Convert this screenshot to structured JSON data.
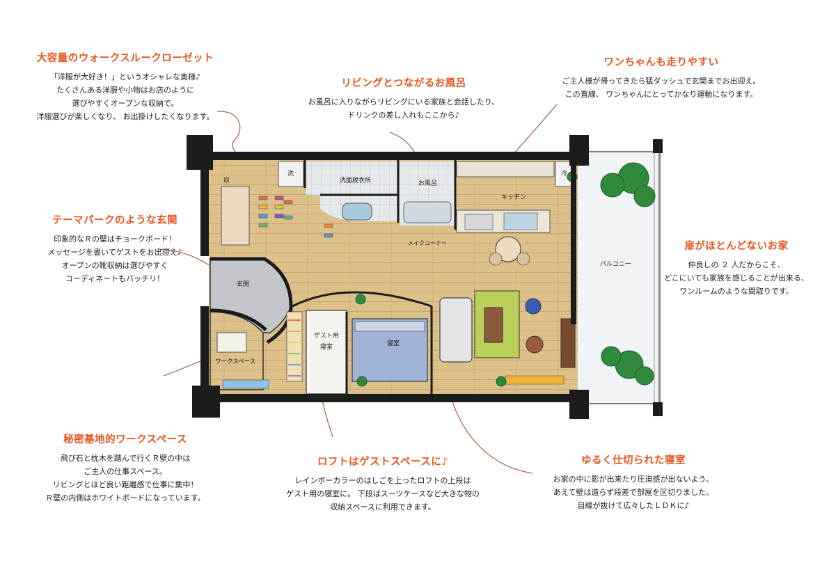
{
  "colors": {
    "heading": "#e8541c",
    "leader": "#a5512c",
    "wall": "#1c1c1c",
    "floor": "#dcc08a",
    "tile": "#dfe3e6",
    "bed": "#9fb4d4",
    "rug": "#b9cf5a",
    "entrance": "#c2c6cb",
    "balcony": "#f1f4f6",
    "tree": "#2f8a3c"
  },
  "annotations": {
    "closet": {
      "title": "大容量のウォークスルークローゼット",
      "lines": [
        "「洋服が大好き！」というオシャレな奥様♪",
        "たくさんある洋服や小物はお店のように",
        "選びやすくオープンな収納で。",
        "洋服選びが楽しくなり、 お出掛けしたくなります。"
      ]
    },
    "bath": {
      "title": "リビングとつながるお風呂",
      "lines": [
        "お風呂に入りながらリビングにいる家族と会話したり、",
        "ドリンクの差し入れもここから♪"
      ]
    },
    "dog": {
      "title": "ワンちゃんも走りやすい",
      "lines": [
        "ご主人様が帰ってきたら猛ダッシュで玄関までお出迎え。",
        "この直線、 ワンちゃんにとってかなり運動になります。"
      ]
    },
    "entrance": {
      "title": "テーマパークのような玄関",
      "lines": [
        "印象的なＲの壁はチョークボード！",
        "メッセージを書いてゲストをお出迎え♪",
        "オープンの靴収納は選びやすく",
        "コーディネートもバッチリ！"
      ]
    },
    "nodoor": {
      "title": "扉がほとんどないお家",
      "lines": [
        "仲良しの ２ 人だからこそ、",
        "どこにいても家族を感じることが出来る、",
        "ワンルームのような間取りです。"
      ]
    },
    "work": {
      "title": "秘密基地的ワークスペース",
      "lines": [
        "飛び石と枕木を踏んで行くＲ壁の中は",
        "ご主人の仕事スペース。",
        "リビングとほど良い距離感で仕事に集中！",
        "Ｒ壁の内側はホワイトボードになっています。"
      ]
    },
    "loft": {
      "title": "ロフトはゲストスペースに♪",
      "lines": [
        "レインボーカラーのはしごを上ったロフトの上段は",
        "ゲスト用の寝室に。 下段はスーツケースなど大きな物の",
        "収納スペースに利用できます。"
      ]
    },
    "bedroom": {
      "title": "ゆるく仕切られた寝室",
      "lines": [
        "お家の中に影が出来たり圧迫感が出ないよう、",
        "あえて壁は造らず段差で部屋を区切りました。",
        "目線が抜けて広々したＬＤＫに♪"
      ]
    }
  },
  "rooms": {
    "storage": "収",
    "washer": "洗",
    "washroom": "洗面脱衣所",
    "bath": "お風呂",
    "kitchen": "キッチン",
    "fridge": "冷",
    "makeup": "メイクコーナー",
    "entrance": "玄関",
    "workspace": "ワークスペース",
    "guest_line1": "ゲスト用",
    "guest_line2": "寝室",
    "bedroom": "寝室",
    "balcony": "バルコニー"
  }
}
